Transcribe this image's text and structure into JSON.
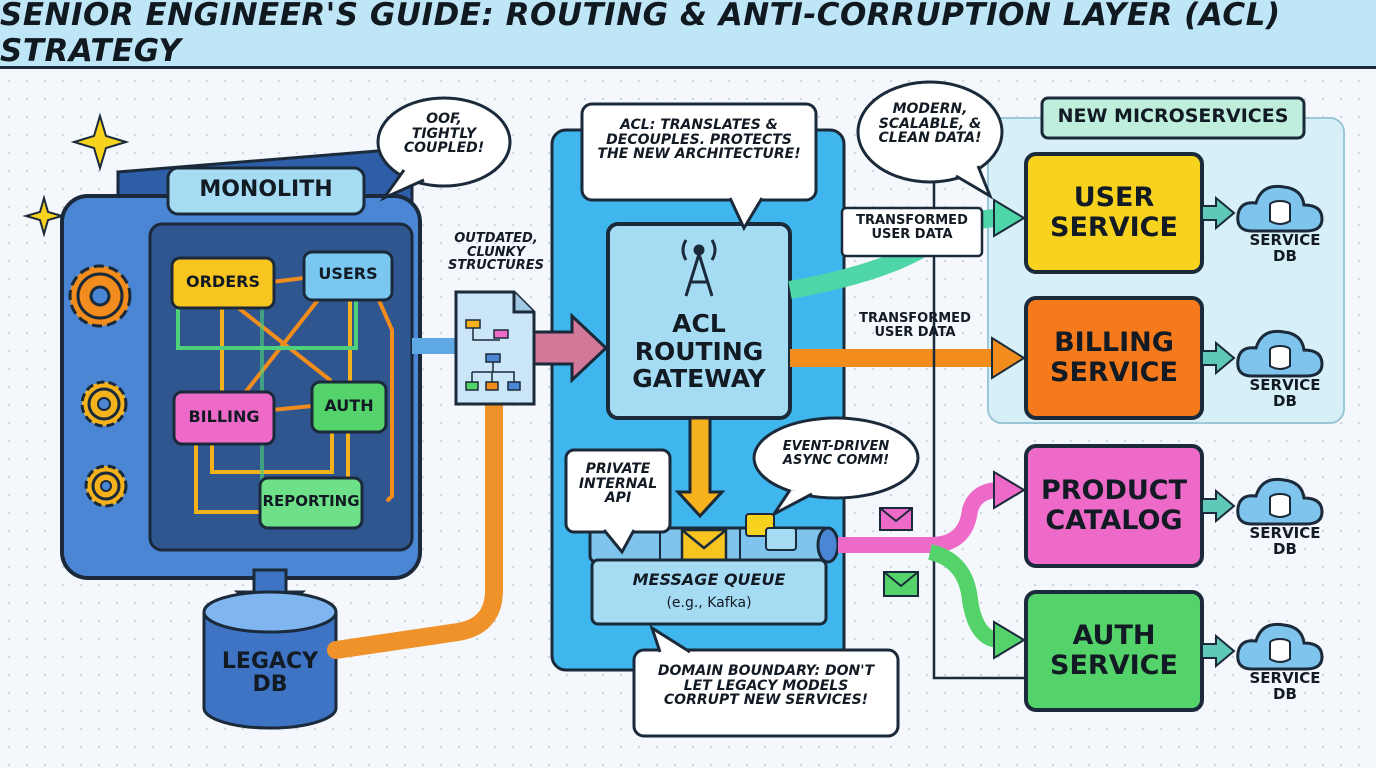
{
  "title": "SENIOR ENGINEER'S GUIDE: ROUTING & ANTI-CORRUPTION LAYER (ACL) STRATEGY",
  "monolith": {
    "label": "MONOLITH",
    "modules": [
      "ORDERS",
      "USERS",
      "BILLING",
      "AUTH",
      "REPORTING"
    ],
    "callout": "OOF, TIGHTLY COUPLED!",
    "database": "LEGACY DB"
  },
  "outdated_note": "OUTDATED, CLUNKY STRUCTURES",
  "acl": {
    "callout": "ACL: TRANSLATES & DECOUPLES. PROTECTS THE NEW ARCHITECTURE!",
    "gateway": "ACL ROUTING GATEWAY",
    "private_api": "PRIVATE INTERNAL API",
    "event_note": "EVENT-DRIVEN ASYNC COMM!",
    "queue_title": "MESSAGE QUEUE",
    "queue_sub": "(e.g., Kafka)",
    "boundary_note": "DOMAIN BOUNDARY: DON'T LET LEGACY MODELS CORRUPT NEW SERVICES!"
  },
  "flows": {
    "to_user": "TRANSFORMED USER DATA",
    "to_billing": "TRANSFORMED USER DATA"
  },
  "microservices": {
    "panel_label": "NEW MICROSERVICES",
    "modern_note": "MODERN, SCALABLE, & CLEAN DATA!",
    "services": [
      {
        "name": "USER SERVICE",
        "db": "SERVICE DB",
        "color": "#f7d21e"
      },
      {
        "name": "BILLING SERVICE",
        "db": "SERVICE DB",
        "color": "#f47a1c"
      },
      {
        "name": "PRODUCT CATALOG",
        "db": "SERVICE DB",
        "color": "#ee6ac8"
      },
      {
        "name": "AUTH SERVICE",
        "db": "SERVICE DB",
        "color": "#55d36b"
      }
    ]
  },
  "colors": {
    "outline": "#1b2a3a",
    "acl_blue": "#3fb7ee",
    "monolith_blue": "#3f74c4",
    "title_bg": "#bfe6f6"
  }
}
